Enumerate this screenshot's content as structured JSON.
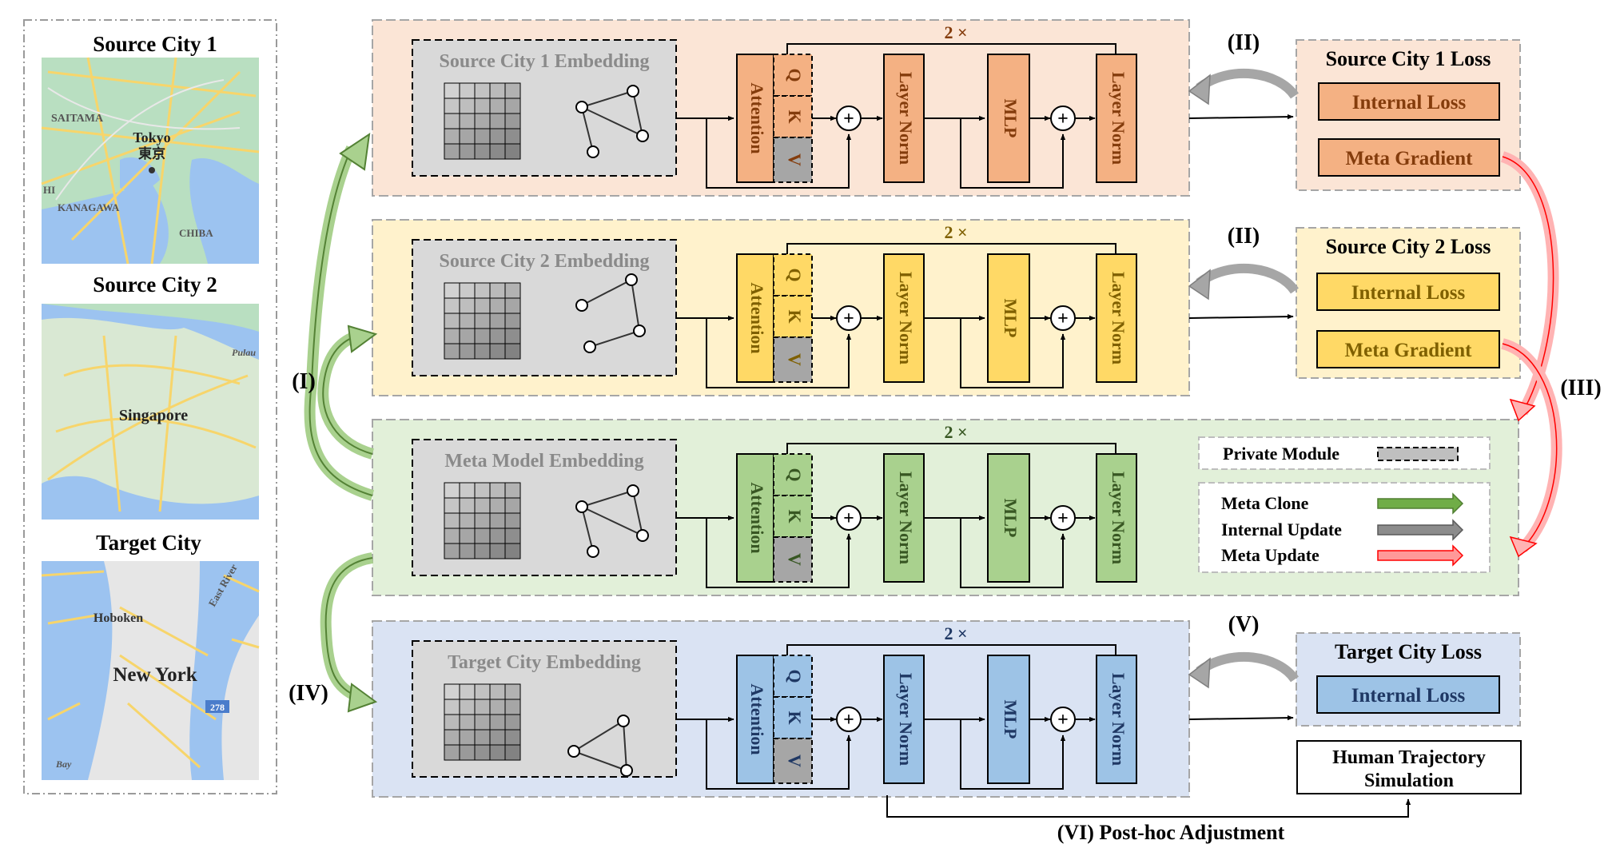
{
  "maps": {
    "panels": [
      {
        "title": "Source City 1",
        "labels": [
          "SAITAMA",
          "Tokyo",
          "東京",
          "KANAGAWA",
          "CHIBA",
          "HI"
        ]
      },
      {
        "title": "Source City 2",
        "labels": [
          "Singapore",
          "Pulau"
        ]
      },
      {
        "title": "Target City",
        "labels": [
          "Hoboken",
          "New York",
          "East River",
          "278",
          "Bay"
        ]
      }
    ]
  },
  "rows": [
    {
      "embedding": "Source City 1 Embedding",
      "repeat": "2 ×",
      "colors": {
        "bg": "#fbe5d6",
        "box": "#f4b183",
        "text": "#843c0c"
      }
    },
    {
      "embedding": "Source City 2 Embedding",
      "repeat": "2 ×",
      "colors": {
        "bg": "#fff2cc",
        "box": "#ffd966",
        "text": "#7f6000"
      }
    },
    {
      "embedding": "Meta Model Embedding",
      "repeat": "2 ×",
      "colors": {
        "bg": "#e2f0d9",
        "box": "#a9d18e",
        "text": "#385723"
      }
    },
    {
      "embedding": "Target City Embedding",
      "repeat": "2 ×",
      "colors": {
        "bg": "#dae3f3",
        "box": "#9dc3e6",
        "text": "#1f3864"
      }
    }
  ],
  "block": {
    "attention": "Attention",
    "q": "Q",
    "k": "K",
    "v": "V",
    "layer_norm": "Layer Norm",
    "mlp": "MLP",
    "plus": "+"
  },
  "losses": {
    "source1": {
      "title": "Source City 1 Loss",
      "internal": "Internal Loss",
      "meta": "Meta Gradient"
    },
    "source2": {
      "title": "Source City 2 Loss",
      "internal": "Internal Loss",
      "meta": "Meta Gradient"
    },
    "target": {
      "title": "Target City Loss",
      "internal": "Internal Loss"
    }
  },
  "legend": {
    "private_module": "Private Module",
    "meta_clone": "Meta Clone",
    "internal_update": "Internal Update",
    "meta_update": "Meta Update",
    "colors": {
      "meta_clone": "#70ad47",
      "internal_update": "#808080",
      "meta_update": "#ff6666"
    }
  },
  "steps": {
    "i": "(I)",
    "ii": "(II)",
    "iii": "(III)",
    "iv": "(IV)",
    "v": "(V)",
    "vi": "(VI) Post-hoc Adjustment"
  },
  "simulation": {
    "line1": "Human Trajectory",
    "line2": "Simulation"
  }
}
